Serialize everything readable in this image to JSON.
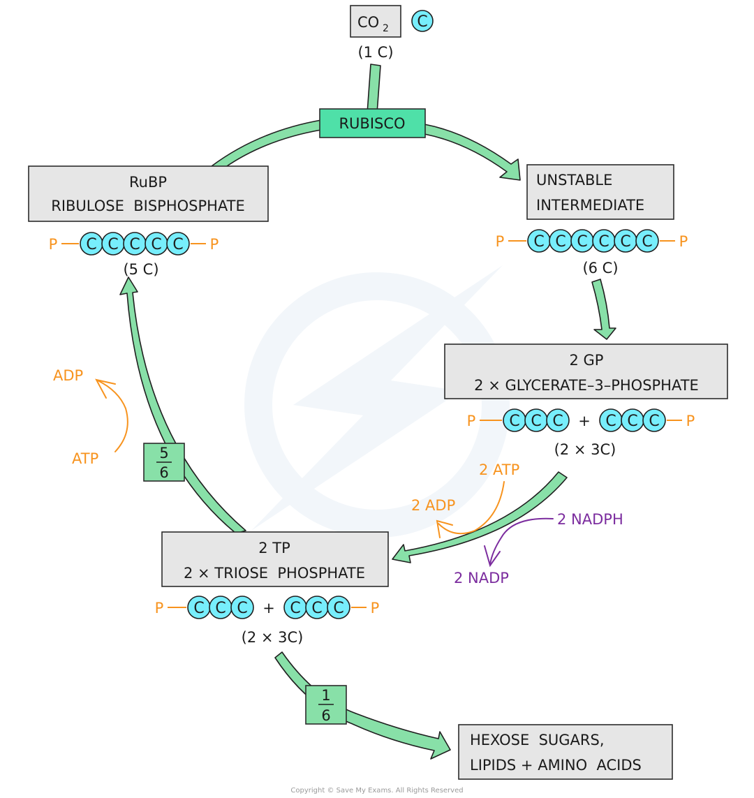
{
  "diagram": {
    "title": "Calvin Cycle",
    "colors": {
      "cycle_arrow": "#88e0a8",
      "enzyme_box": "#4fe0a8",
      "molecule_box": "#e6e6e6",
      "carbon_atom": "#77eefc",
      "phosphate": "#f7931e",
      "atp_adp": "#f7931e",
      "nadph": "#7b2c9e"
    },
    "co2": {
      "label_main": "CO",
      "label_sub": "2",
      "carbon_symbol": "C",
      "carbon_count": "(1 C)"
    },
    "enzyme": {
      "label": "RUBISCO"
    },
    "rubp": {
      "line1": "RuBP",
      "line2": "RIBULOSE  BISPHOSPHATE",
      "carbon_count": "(5 C)",
      "carbons": 5,
      "phosphate_left": "P",
      "phosphate_right": "P"
    },
    "unstable": {
      "line1": "UNSTABLE",
      "line2": "INTERMEDIATE",
      "carbon_count": "(6 C)",
      "carbons": 6,
      "phosphate_left": "P",
      "phosphate_right": "P"
    },
    "gp": {
      "line1": "2 GP",
      "line2": "2 × GLYCERATE–3–PHOSPHATE",
      "carbon_count": "(2 × 3C)",
      "plus": "+",
      "phosphate_left": "P",
      "phosphate_right": "P"
    },
    "tp": {
      "line1": "2 TP",
      "line2": "2 × TRIOSE  PHOSPHATE",
      "carbon_count": "(2 × 3C)",
      "plus": "+",
      "phosphate_left": "P",
      "phosphate_right": "P"
    },
    "reduction": {
      "atp_in": "2 ATP",
      "adp_out": "2 ADP",
      "nadph_in": "2 NADPH",
      "nadp_out": "2 NADP"
    },
    "regeneration": {
      "atp_in": "ATP",
      "adp_out": "ADP",
      "fraction_num": "5",
      "fraction_den": "6"
    },
    "output": {
      "fraction_num": "1",
      "fraction_den": "6",
      "line1": "HEXOSE  SUGARS,",
      "line2": "LIPIDS + AMINO  ACIDS"
    },
    "carbon_symbol": "C",
    "copyright": "Copyright © Save My Exams. All Rights Reserved"
  }
}
